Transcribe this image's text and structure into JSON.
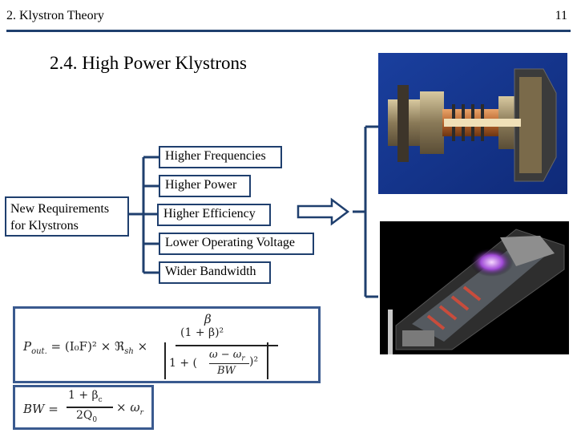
{
  "header": {
    "title": "2. Klystron Theory",
    "page_number": "11"
  },
  "section": {
    "title": "2.4. High Power Klystrons"
  },
  "diagram": {
    "source_label": "New Requirements for Klystrons",
    "items": [
      "Higher Frequencies",
      "Higher Power",
      "Higher Efficiency",
      "Lower Operating Voltage",
      "Wider Bandwidth"
    ]
  },
  "images": [
    {
      "icon": "klystron-cutaway-photo"
    },
    {
      "icon": "klystron-3d-render"
    }
  ],
  "equations": {
    "pout": {
      "lhs": "P",
      "lhs_sub": "out.",
      "rhs_main": "= (I₀F)² × ℜ",
      "rhs_sub": "sh",
      "times": "×",
      "num": "β",
      "den": "(1 + β)²",
      "den2_open": "1 + (",
      "den2_frac_num": "ω − ω",
      "den2_frac_num_sub": "r",
      "den2_frac_den": "BW",
      "den2_close": ")²"
    },
    "bw": {
      "lhs": "BW =",
      "num": "1 + β",
      "num_sub": "c",
      "den": "2Q",
      "den_sub": "0",
      "times": "× ω",
      "times_sub": "r"
    }
  },
  "colors": {
    "accent": "#1f3f6e",
    "eq_border": "#3a5a8f"
  }
}
